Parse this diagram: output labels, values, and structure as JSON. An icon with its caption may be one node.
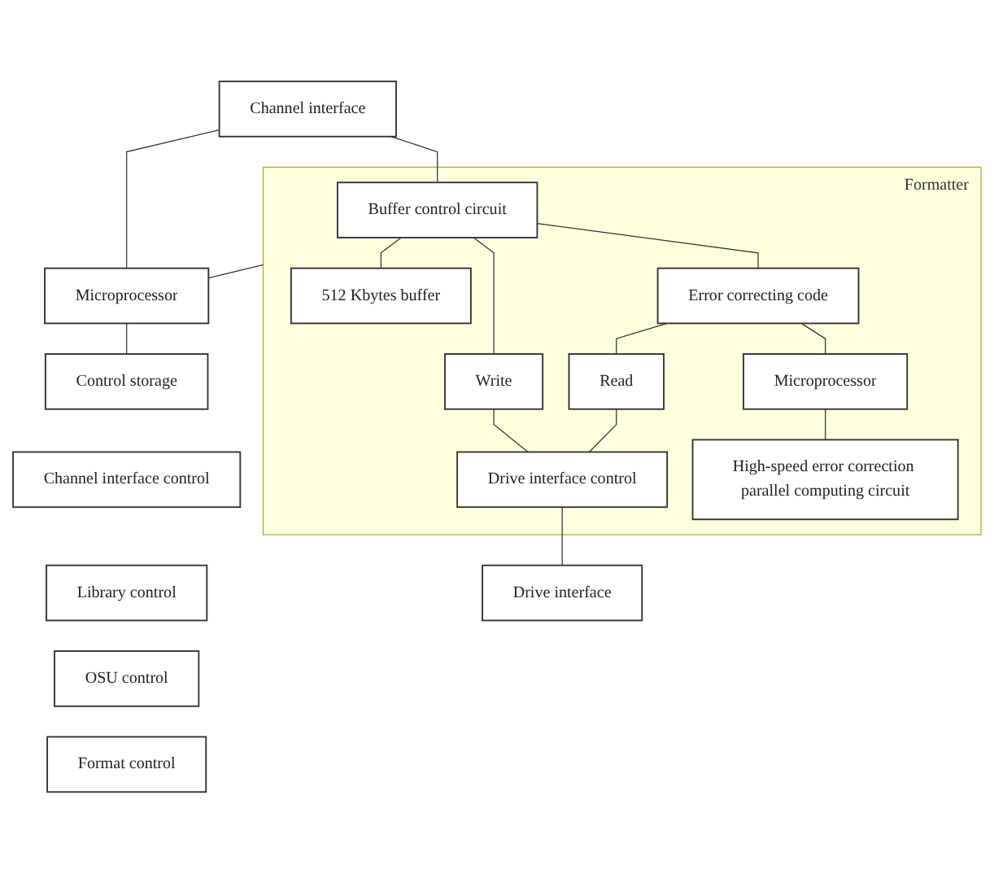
{
  "diagram": {
    "nodes": [
      {
        "text": [
          "Channel interface"
        ]
      },
      {
        "text": [
          "Formatter"
        ]
      },
      {
        "text": [
          "Buffer control circuit"
        ],
        "in": 1
      },
      {
        "text": [
          "512 Kbytes buffer"
        ],
        "in": 1
      },
      {
        "text": [
          "Write"
        ],
        "in": 1
      },
      {
        "text": [
          "Error correcting code"
        ],
        "in": 1
      },
      {
        "text": [
          "Microprocessor"
        ],
        "in": 1
      },
      {
        "text": [
          "Drive interface control"
        ],
        "in": 1
      },
      {
        "text": [
          "Read"
        ],
        "in": 1
      },
      {
        "text": [
          "High-speed error correction parallel computing circuit"
        ],
        "in": 1
      },
      {
        "text": [
          "Microprocessor"
        ]
      },
      {
        "text": [
          "Control storage"
        ]
      },
      {
        "text": [
          "Channel interface control"
        ]
      },
      {
        "text": [
          "Library control"
        ]
      },
      {
        "text": [
          "OSU control"
        ]
      },
      {
        "text": [
          "Format control"
        ]
      },
      {
        "text": [
          "Drive interface"
        ]
      }
    ],
    "edges": [
      {
        "from": 0,
        "to": 2,
        "arrow": "none"
      },
      {
        "from": 0,
        "to": 10,
        "arrow": "none"
      },
      {
        "from": 1,
        "to": 10,
        "arrow": "none"
      },
      {
        "from": 2,
        "to": 3,
        "arrow": "none"
      },
      {
        "from": 2,
        "to": 4,
        "arrow": "none"
      },
      {
        "from": 2,
        "to": 5,
        "arrow": "none"
      },
      {
        "from": 5,
        "to": 6,
        "arrow": "none"
      },
      {
        "from": 6,
        "to": 9,
        "arrow": "none"
      },
      {
        "from": 5,
        "to": 8,
        "arrow": "none"
      },
      {
        "from": 4,
        "to": 7,
        "arrow": "none"
      },
      {
        "from": 8,
        "to": 7,
        "arrow": "none"
      },
      {
        "from": 7,
        "to": 16,
        "arrow": "none"
      },
      {
        "from": 10,
        "to": 11,
        "arrow": "none"
      }
    ]
  }
}
